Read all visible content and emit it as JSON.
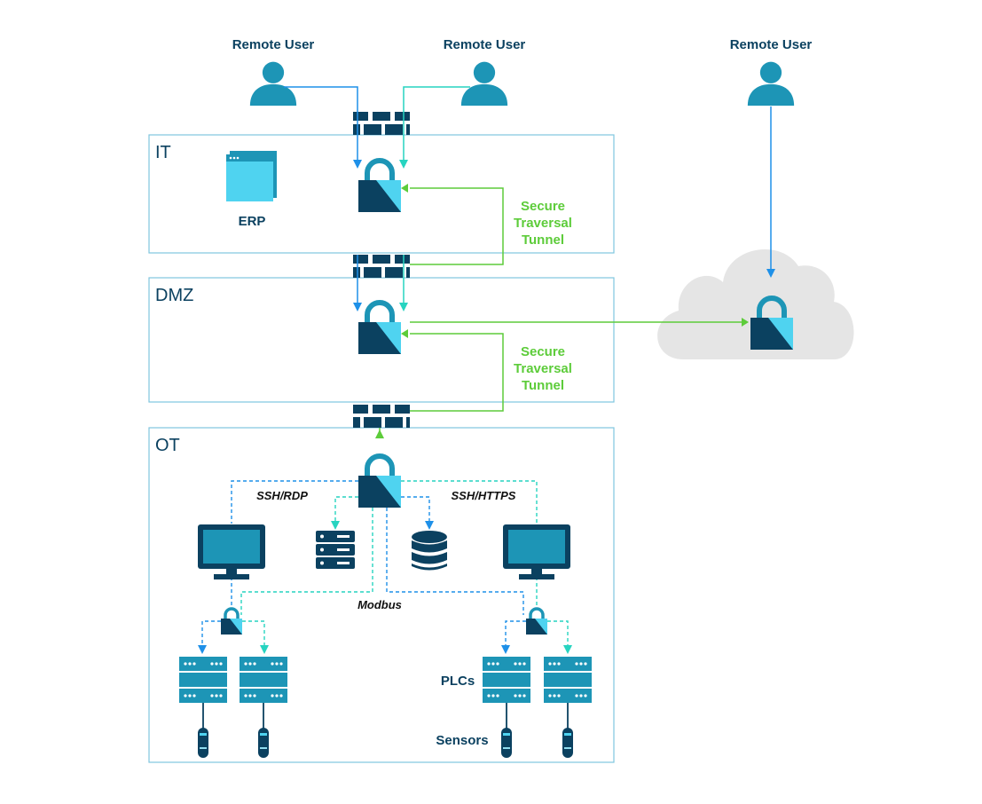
{
  "users": [
    {
      "label": "Remote User"
    },
    {
      "label": "Remote User"
    },
    {
      "label": "Remote User"
    }
  ],
  "zones": {
    "it": "IT",
    "dmz": "DMZ",
    "ot": "OT"
  },
  "erp_label": "ERP",
  "tunnel_label": [
    "Secure",
    "Traversal",
    "Tunnel"
  ],
  "protocols": {
    "ssh_rdp": "SSH/RDP",
    "ssh_https": "SSH/HTTPS",
    "modbus": "Modbus"
  },
  "plcs_label": "PLCs",
  "sensors_label": "Sensors",
  "icons": {
    "user": "user-icon",
    "firewall": "firewall-icon",
    "lock": "lock-icon",
    "cloud": "cloud-icon",
    "monitor": "monitor-icon",
    "server": "server-icon",
    "database": "database-icon",
    "plc": "plc-icon",
    "sensor": "sensor-icon",
    "app": "app-window-icon"
  },
  "colors": {
    "navy": "#0b4160",
    "teal": "#1d95b6",
    "blue_line": "#1e90e8",
    "cyan_line": "#27d4c0",
    "green": "#5dcc3a",
    "zone_border": "#7fc6de",
    "cloud": "#e5e5e5"
  }
}
